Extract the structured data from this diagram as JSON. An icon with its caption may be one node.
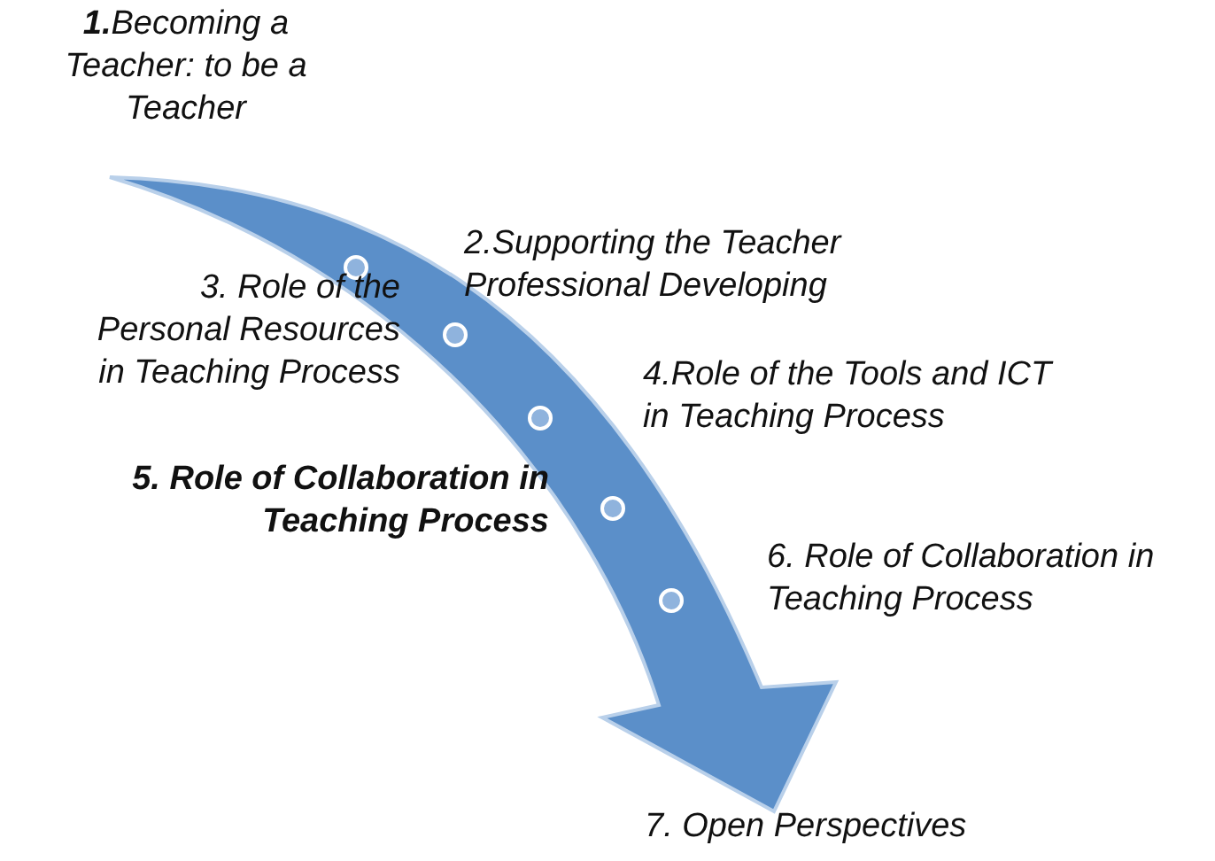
{
  "diagram": {
    "nodes": [
      {
        "text": [
          "**1.**Becoming a Teacher: to be a Teacher"
        ]
      },
      {
        "text": [
          "7. Open Perspectives"
        ]
      }
    ],
    "edges": [
      {
        "from": 0,
        "to": 1,
        "arrow": "to",
        "style": "thick",
        "color": "#5b8fc9"
      }
    ],
    "labels": [
      "2.Supporting the Teacher Professional Developing",
      "3. Role of the Personal Resources in Teaching Process",
      "4.Role of the Tools and ICT in Teaching Process",
      "5. Role of Collaboration in Teaching Process",
      "6. Role of Collaboration in Teaching Process"
    ]
  }
}
